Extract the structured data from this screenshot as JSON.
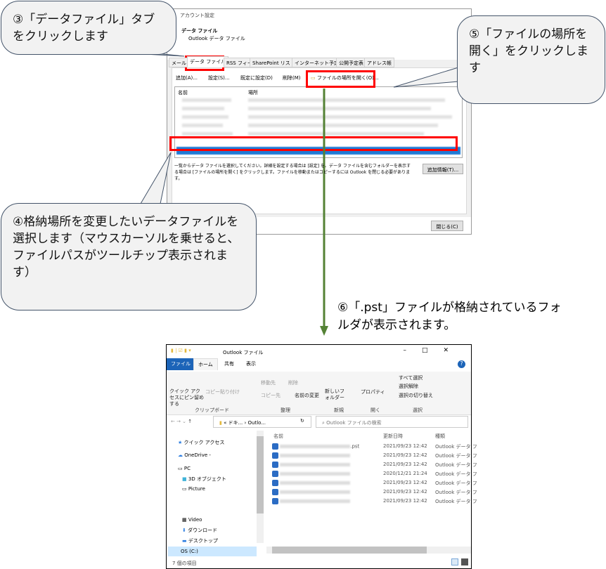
{
  "dialog": {
    "title": "アカウント設定",
    "header_title": "データ ファイル",
    "header_sub": "Outlook データ ファイル",
    "tabs": [
      "メール",
      "データ ファイル",
      "RSS フィード",
      "SharePoint リスト",
      "インターネット予定表",
      "公開予定表",
      "アドレス帳"
    ],
    "toolbar": {
      "add": "追加(A)...",
      "settings": "設定(S)...",
      "default": "既定に設定(D)",
      "delete": "削除(M)",
      "open_location": "ファイルの場所を開く(O)..."
    },
    "columns": {
      "name": "名前",
      "location": "場所"
    },
    "note": "一覧からデータ ファイルを選択してください。詳細を設定する場合は [設定] を、データ ファイルを含むフォルダーを表示する場合は [ファイルの場所を開く] をクリックします。ファイルを移動またはコピーするには Outlook を閉じる必要があります。",
    "more_info": "追加情報(T)...",
    "close": "閉じる(C)"
  },
  "callouts": {
    "step3": "③「データファイル」タブをクリックします",
    "step5": "⑤「ファイルの場所を開く」をクリックします",
    "step4": "④格納場所を変更したいデータファイルを選択します（マウスカーソルを乗せると、ファイルパスがツールチップ表示されます）",
    "step6": "⑥「.pst」ファイルが格納されているフォルダが表示されます。"
  },
  "explorer": {
    "title": "Outlook ファイル",
    "tabs": [
      "ファイル",
      "ホーム",
      "共有",
      "表示"
    ],
    "ribbon": {
      "pin": "クイック アクセスにピン留めする",
      "copy": "コピー",
      "paste": "貼り付け",
      "move": "移動先",
      "del": "削除",
      "copyto": "コピー先",
      "rename": "名前の変更",
      "newfolder": "新しいフォルダー",
      "props": "プロパティ",
      "selall": "すべて選択",
      "selnone": "選択解除",
      "selinv": "選択の切り替え",
      "groups": [
        "クリップボード",
        "整理",
        "新規",
        "開く",
        "選択"
      ]
    },
    "path": [
      "ドキ...",
      "Outlo..."
    ],
    "search_placeholder": "Outlook ファイルの検索",
    "nav": [
      "クイック アクセス",
      "OneDrive -",
      "PC",
      "3D オブジェクト",
      "Picture",
      "Video",
      "ダウンロード",
      "デスクトップ",
      "OS (C:)"
    ],
    "columns": [
      "名前",
      "更新日時",
      "種類"
    ],
    "files": [
      {
        "name": ".pst",
        "date": "2021/09/23 12:42",
        "type": "Outlook データ フ"
      },
      {
        "name": "",
        "date": "2021/09/23 12:42",
        "type": "Outlook データ フ"
      },
      {
        "name": "",
        "date": "2021/09/23 12:42",
        "type": "Outlook データ フ"
      },
      {
        "name": "",
        "date": "2020/12/21 21:24",
        "type": "Outlook データ フ"
      },
      {
        "name": "",
        "date": "2021/09/23 12:42",
        "type": "Outlook データ フ"
      },
      {
        "name": "",
        "date": "2021/09/23 12:42",
        "type": "Outlook データ フ"
      },
      {
        "name": "",
        "date": "2021/09/23 12:42",
        "type": "Outlook データ フ"
      }
    ],
    "status": "7 個の項目"
  },
  "colors": {
    "accent": "#0063b1",
    "arrow": "#548235",
    "highlight": "#ff0000"
  }
}
